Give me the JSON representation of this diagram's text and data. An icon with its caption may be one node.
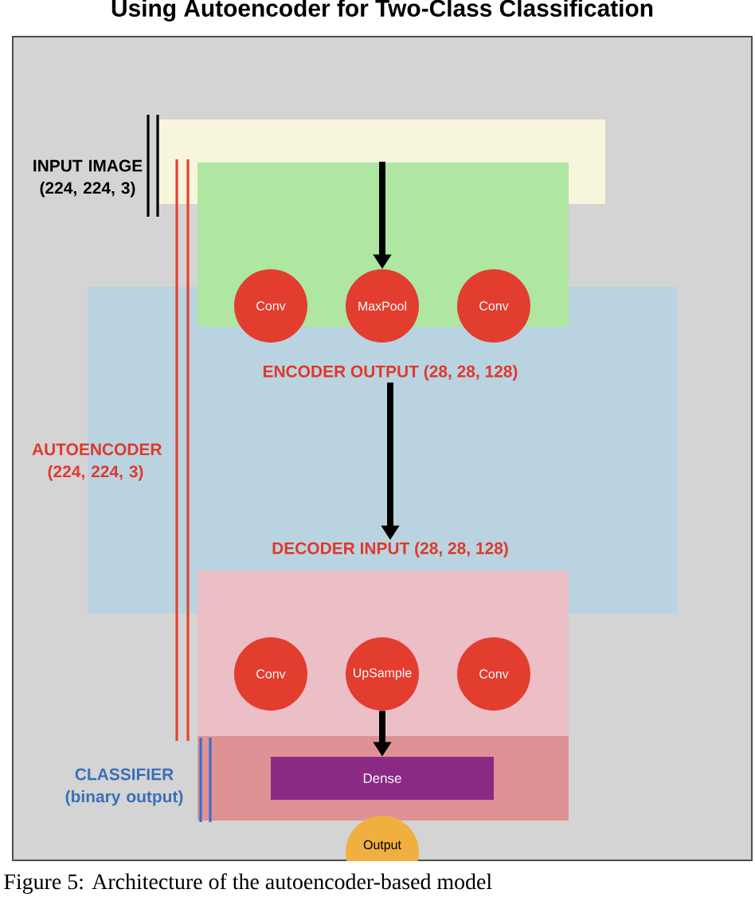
{
  "diagram": {
    "title": "Using Autoencoder for Two-Class Classification",
    "caption": "Figure 5: Architecture of the autoencoder-based model",
    "nodes": [
      {
        "text": [
          "INPUT IMAGE (224, 224, 3)"
        ]
      },
      {
        "text": [
          "AUTOENCODER (224, 224, 3)"
        ]
      },
      {
        "text": [],
        "shape": "box"
      },
      {
        "text": [
          "Conv"
        ],
        "in": 2
      },
      {
        "text": [
          "MaxPool"
        ],
        "in": 2
      },
      {
        "text": [
          "Conv"
        ],
        "in": 2
      },
      {
        "text": [
          "ENCODER OUTPUT (28, 28, 128)"
        ],
        "in": 1
      },
      {
        "text": [
          "DECODER INPUT (28, 28, 128)"
        ],
        "in": 1
      },
      {
        "text": [],
        "shape": "box"
      },
      {
        "text": [
          "Conv"
        ],
        "in": 8
      },
      {
        "text": [
          "UpSample"
        ],
        "in": 8
      },
      {
        "text": [
          "Conv"
        ],
        "in": 8
      },
      {
        "text": [
          "CLASSIFIER (binary output)"
        ]
      },
      {
        "text": [
          "Dense"
        ],
        "in": 12
      },
      {
        "text": [
          "Output"
        ]
      }
    ],
    "edges": [
      {
        "from": 0,
        "to": 4,
        "arrow": "to"
      },
      {
        "from": 6,
        "to": 7,
        "arrow": "to"
      },
      {
        "from": 10,
        "to": 13,
        "arrow": "to"
      }
    ]
  }
}
